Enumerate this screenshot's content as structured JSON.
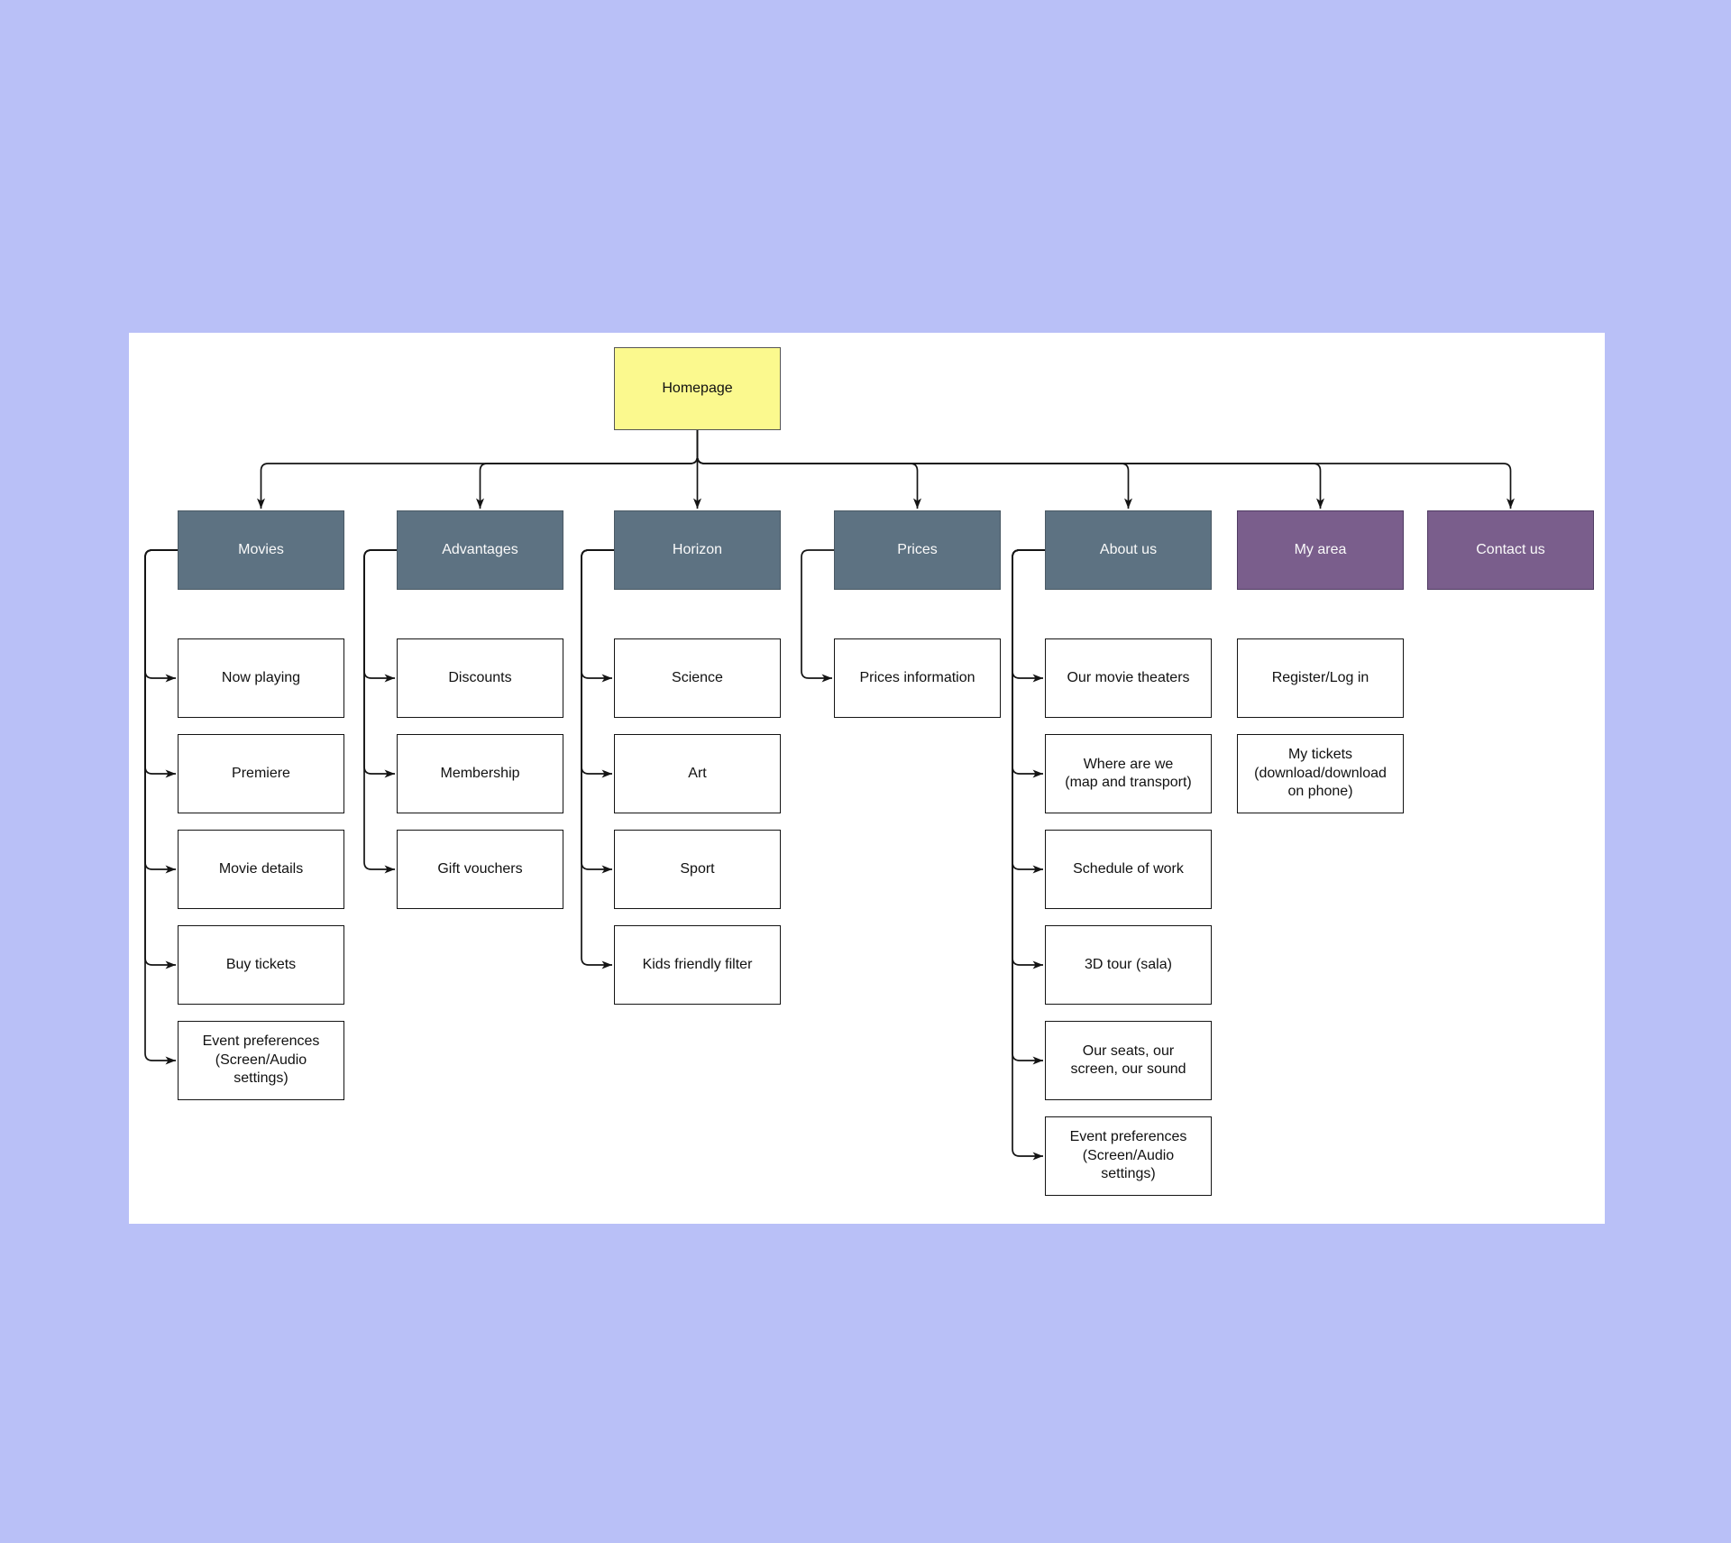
{
  "colors": {
    "page_background": "#B9C0F7",
    "canvas_background": "#FFFFFF",
    "root_fill": "#FBF98E",
    "category_fill": "#5D7282",
    "accent_fill": "#7A5E8C",
    "leaf_fill": "#FFFFFF",
    "connector": "#141414"
  },
  "root": {
    "label": "Homepage"
  },
  "columns": [
    {
      "header": "Movies",
      "children": [
        "Now playing",
        "Premiere",
        "Movie details",
        "Buy tickets",
        "Event preferences\n(Screen/Audio\nsettings)"
      ]
    },
    {
      "header": "Advantages",
      "children": [
        "Discounts",
        "Membership",
        "Gift vouchers"
      ]
    },
    {
      "header": "Horizon",
      "children": [
        "Science",
        "Art",
        "Sport",
        "Kids friendly filter"
      ]
    },
    {
      "header": "Prices",
      "children": [
        "Prices information"
      ]
    },
    {
      "header": "About us",
      "children": [
        "Our movie theaters",
        "Where are we\n(map and transport)",
        "Schedule of work",
        "3D tour (sala)",
        "Our seats, our\nscreen, our sound",
        "Event preferences\n(Screen/Audio\nsettings)"
      ]
    },
    {
      "header": "My area",
      "children": [
        "Register/Log in",
        "My tickets\n(download/download\non phone)"
      ]
    },
    {
      "header": "Contact us",
      "children": []
    }
  ]
}
